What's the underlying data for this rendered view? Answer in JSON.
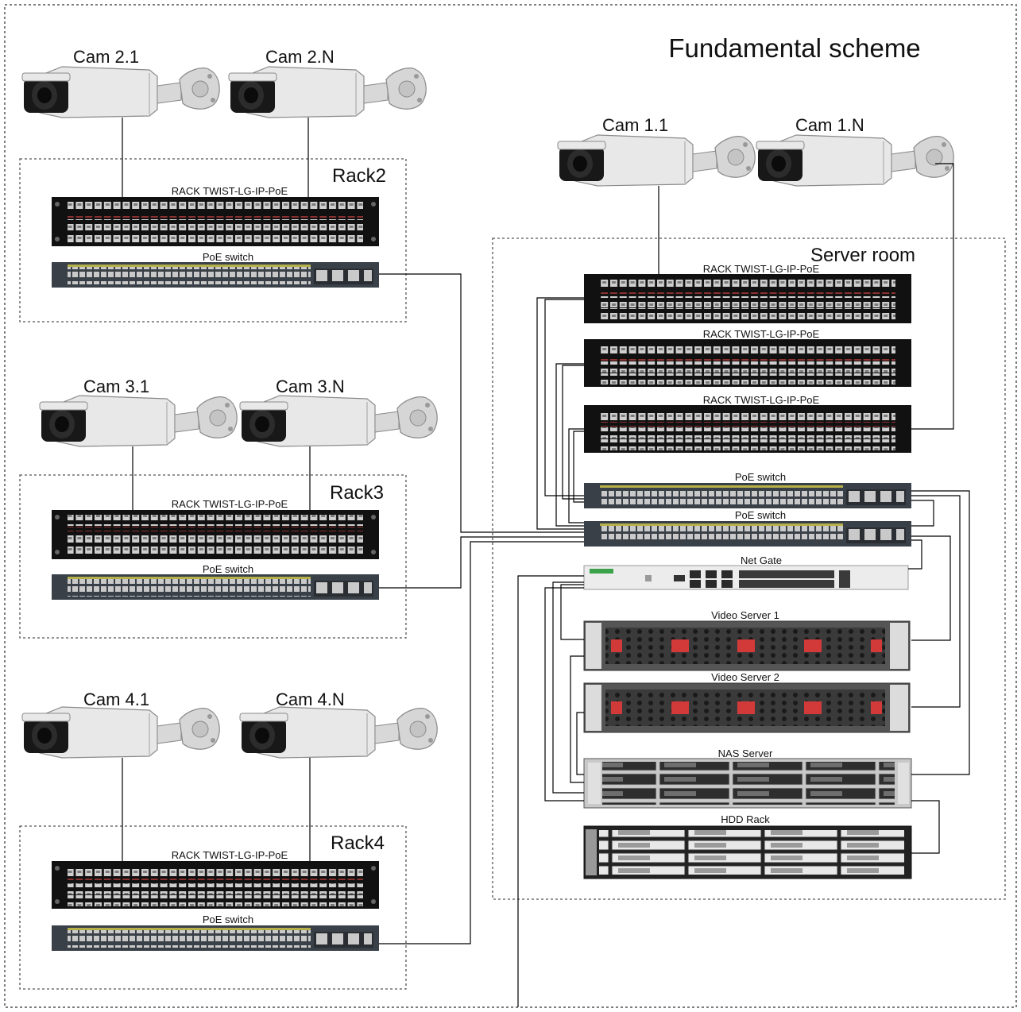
{
  "title": "Fundamental scheme",
  "server_room": {
    "label": "Server room",
    "cameras": [
      "Cam 1.1",
      "Cam 1.N"
    ],
    "patch_panels": [
      "RACK TWIST-LG-IP-PoE",
      "RACK TWIST-LG-IP-PoE",
      "RACK TWIST-LG-IP-PoE"
    ],
    "switches": [
      "PoE switch",
      "PoE switch"
    ],
    "gateway": "Net Gate",
    "video_servers": [
      "Video Server 1",
      "Video Server 2"
    ],
    "nas": "NAS Server",
    "hdd": "HDD Rack"
  },
  "racks": [
    {
      "label": "Rack2",
      "cameras": [
        "Cam 2.1",
        "Cam 2.N"
      ],
      "panel": "RACK TWIST-LG-IP-PoE",
      "switch": "PoE switch"
    },
    {
      "label": "Rack3",
      "cameras": [
        "Cam 3.1",
        "Cam 3.N"
      ],
      "panel": "RACK TWIST-LG-IP-PoE",
      "switch": "PoE switch"
    },
    {
      "label": "Rack4",
      "cameras": [
        "Cam 4.1",
        "Cam 4.N"
      ],
      "panel": "RACK TWIST-LG-IP-PoE",
      "switch": "PoE switch"
    }
  ],
  "colors": {
    "device_body": "#111111",
    "port": "#c9c9c9",
    "switch_body": "#3a4048",
    "switch_accent": "#b6b04a",
    "camera_body": "#e8e8e8",
    "camera_lens": "#151515",
    "server_red": "#d23a3a",
    "wire": "#000000",
    "dash": "#555555"
  }
}
